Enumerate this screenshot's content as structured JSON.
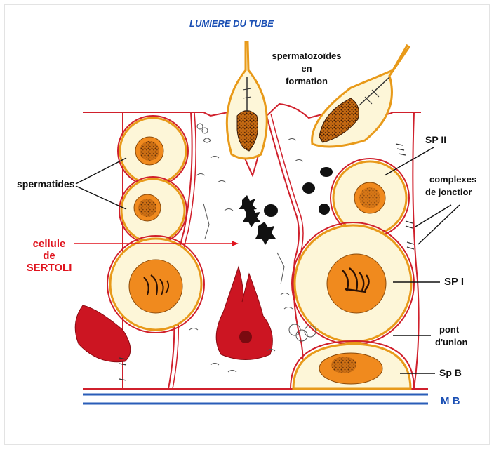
{
  "labels": {
    "title": "LUMIERE DU TUBE",
    "spermatozoides_1": "spermatozoïdes",
    "spermatozoides_2": "en",
    "spermatozoides_3": "formation",
    "spermatides": "spermatides",
    "sp2": "SP II",
    "complexes_1": "complexes",
    "complexes_2": "de jonctior",
    "cellule_1": "cellule",
    "cellule_2": "de",
    "cellule_3": "SERTOLI",
    "sp1": "SP I",
    "pont_1": "pont",
    "pont_2": "d'union",
    "spb": "Sp B",
    "mb": "M B"
  },
  "colors": {
    "membrane": "#d0202c",
    "cell_fill": "#fdf6d8",
    "cell_border": "#e89a1a",
    "nucleus": "#f08a1e",
    "chromatin": "#3a1a06",
    "blood": "#cc1522",
    "basement": "#2a5db8",
    "ink": "#111111"
  }
}
